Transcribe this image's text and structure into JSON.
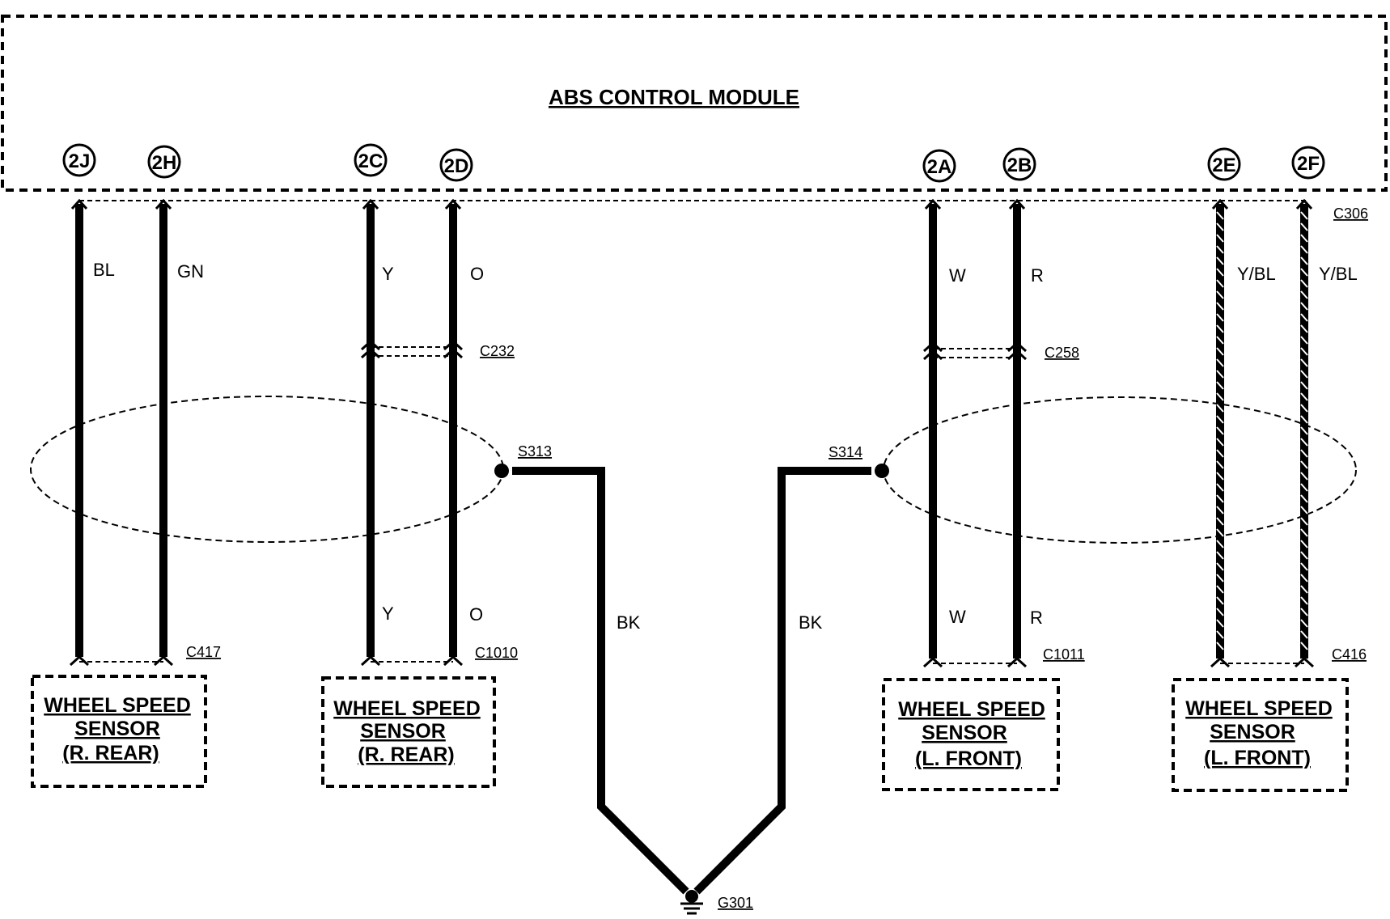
{
  "module": {
    "title": "ABS CONTROL MODULE"
  },
  "pins": [
    "2J",
    "2H",
    "2C",
    "2D",
    "2A",
    "2B",
    "2E",
    "2F"
  ],
  "wires": {
    "w1_top": "BL",
    "w2_top": "GN",
    "w3_top": "Y",
    "w4_top": "O",
    "w3_bottom": "Y",
    "w4_bottom": "O",
    "w5_top": "W",
    "w6_top": "R",
    "w5_bottom": "W",
    "w6_bottom": "R",
    "w7_top": "Y/BL",
    "w8_top": "Y/BL",
    "ground_left": "BK",
    "ground_right": "BK"
  },
  "connectors": {
    "c306": "C306",
    "c232": "C232",
    "c258": "C258",
    "c417": "C417",
    "c1010": "C1010",
    "c1011": "C1011",
    "c416": "C416"
  },
  "splices": {
    "s313": "S313",
    "s314": "S314"
  },
  "ground": {
    "g301": "G301"
  },
  "sensors": [
    {
      "line1": "WHEEL SPEED",
      "line2": "SENSOR",
      "line3": "(R. REAR)"
    },
    {
      "line1": "WHEEL SPEED",
      "line2": "SENSOR",
      "line3": "(R. REAR)"
    },
    {
      "line1": "WHEEL SPEED",
      "line2": "SENSOR",
      "line3": "(L. FRONT)"
    },
    {
      "line1": "WHEEL SPEED",
      "line2": "SENSOR",
      "line3": "(L. FRONT)"
    }
  ]
}
